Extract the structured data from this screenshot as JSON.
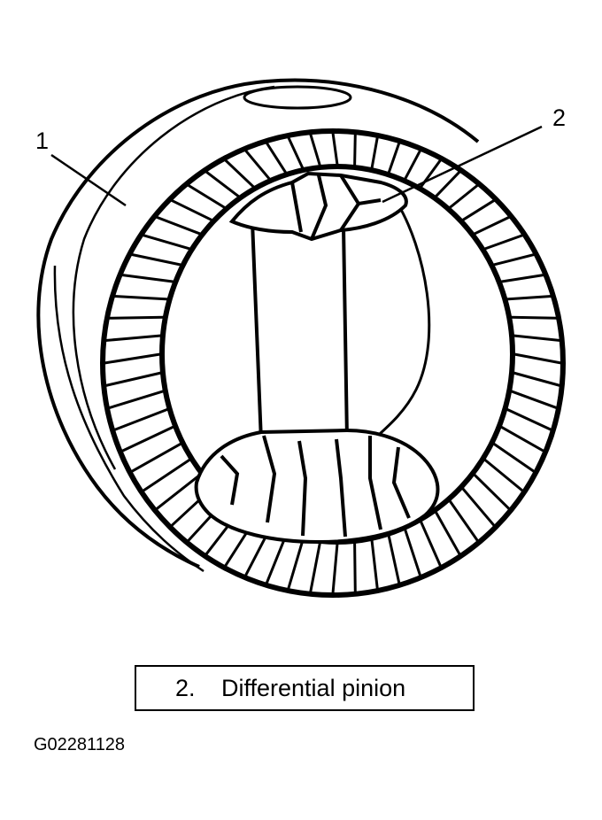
{
  "callouts": [
    {
      "number": "1"
    },
    {
      "number": "2"
    }
  ],
  "legend": {
    "number": "2.",
    "text": "Differential pinion"
  },
  "figure_id": "G02281128",
  "colors": {
    "ink": "#000000",
    "paper": "#ffffff"
  },
  "parts": {
    "ring_gear_teeth": 64
  }
}
